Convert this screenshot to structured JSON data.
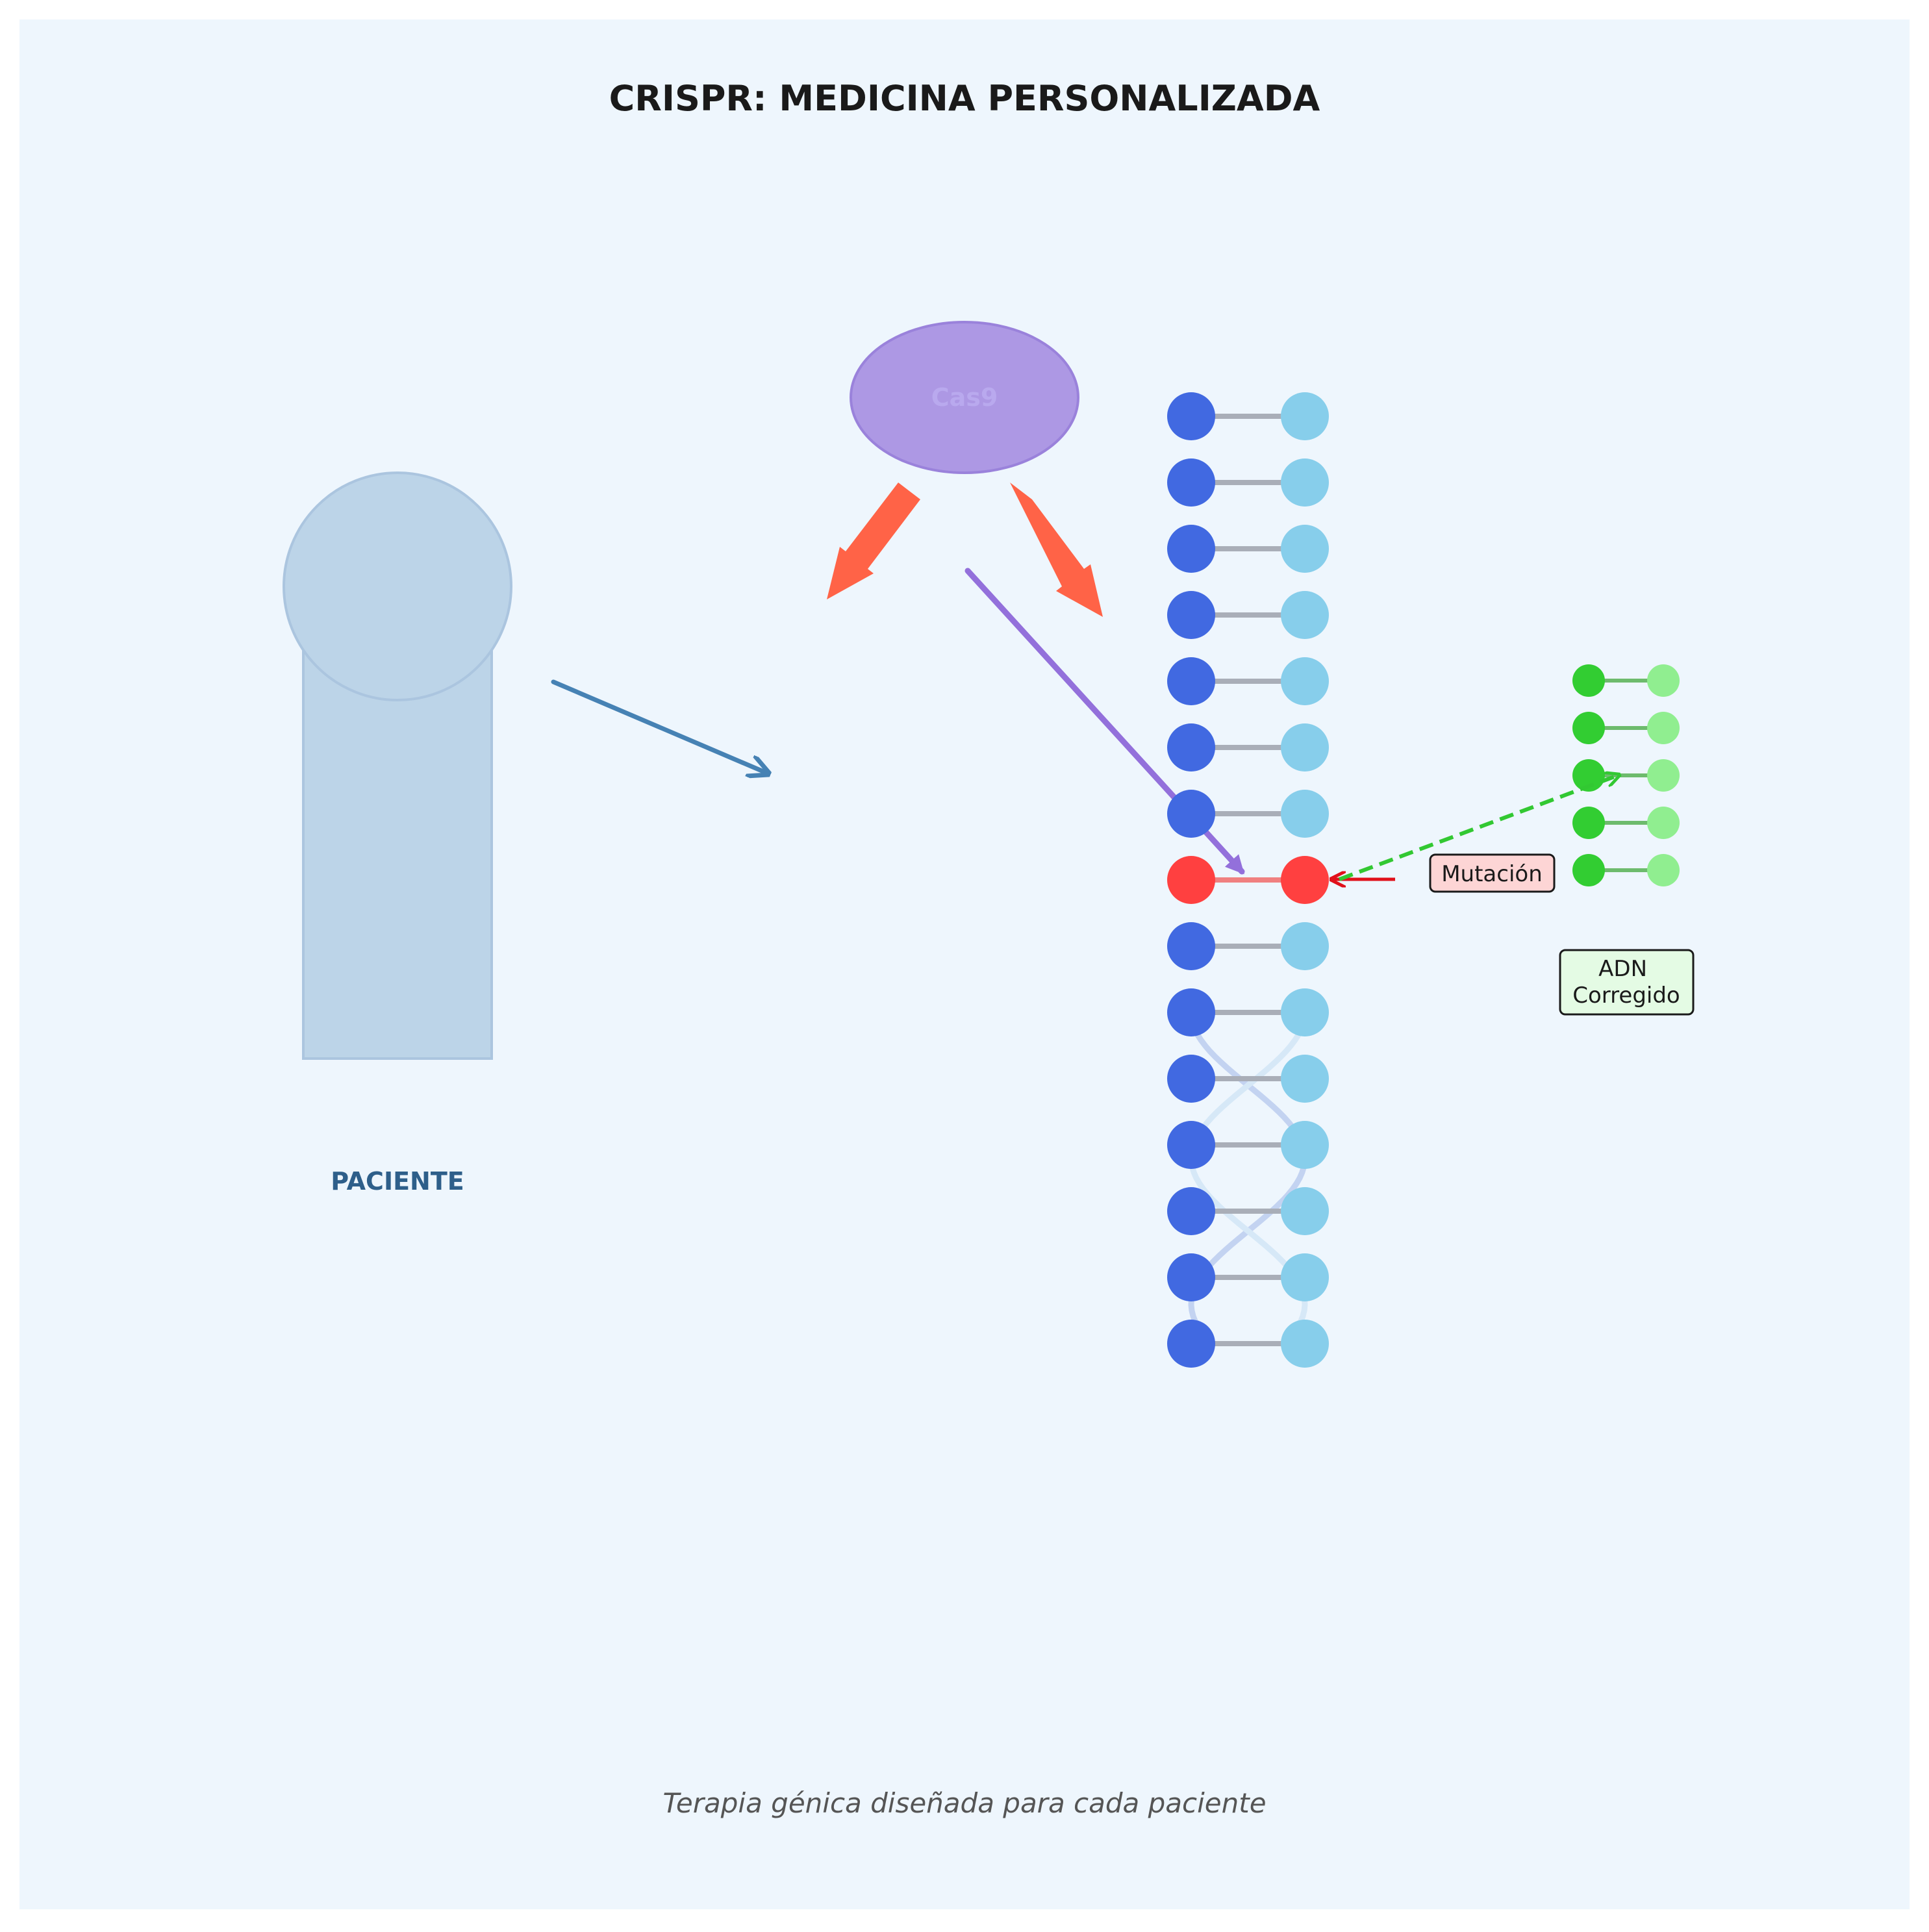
{
  "title": "CRISPR: MEDICINA PERSONALIZADA",
  "subtitle": "Terapia génica diseñada para cada paciente",
  "patient": {
    "label": "PACIENTE"
  },
  "cas9": {
    "label": "Cas9"
  },
  "dna": {
    "pair_count": 15,
    "mutation_index": 7,
    "mutation_label": "Mutación"
  },
  "corrected_dna": {
    "pair_count": 5,
    "label_line1": "ADN",
    "label_line2": "Corregido"
  },
  "colors": {
    "background": "#eef6fd",
    "patient_fill": "#a8c6e0",
    "patient_stroke": "#8fb1d3",
    "patient_label": "#2e5f8a",
    "arrow_blue": "#4682b4",
    "cas9_fill": "#ad98e4",
    "cas9_stroke": "#9a82db",
    "cas9_label": "#b9a9ee",
    "cut_arrow": "#ff6347",
    "purple_arrow": "#9370db",
    "strand_left": "#4169e1",
    "strand_right": "#87ceeb",
    "rung": "#a9aeb8",
    "mutation": "#ff4040",
    "mutation_rung": "#f08080",
    "mutation_box": "#fdd5d5",
    "mutation_arrow": "#e0101a",
    "corrected_left": "#32cd32",
    "corrected_right": "#90ee90",
    "corrected_rung": "#6dbb6d",
    "corrected_box": "#e4fbe4",
    "green_arrow": "#32c832",
    "title_color": "#1a1a1a",
    "subtitle_color": "#555555"
  }
}
